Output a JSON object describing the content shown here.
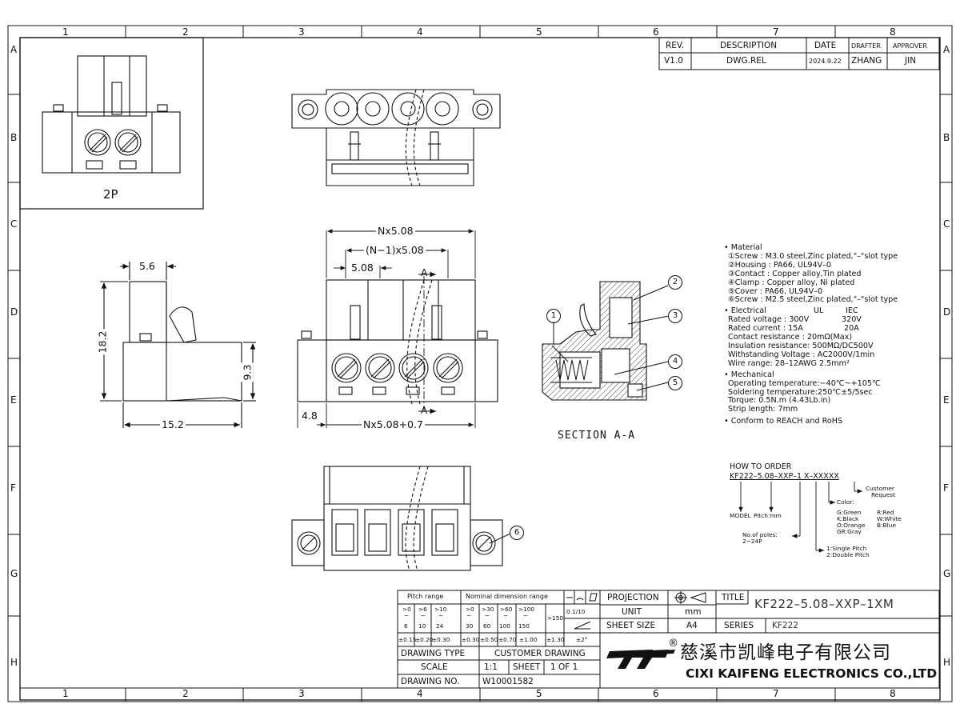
{
  "border": {
    "columns": [
      "1",
      "2",
      "3",
      "4",
      "5",
      "6",
      "7",
      "8"
    ],
    "rows": [
      "A",
      "B",
      "C",
      "D",
      "E",
      "F",
      "G",
      "H"
    ]
  },
  "revision": {
    "headers": [
      "REV.",
      "DESCRIPTION",
      "DATE",
      "DRAFTER",
      "APPROVER"
    ],
    "row": [
      "V1.0",
      "DWG.REL",
      "2024.9.22",
      "ZHANG",
      "JIN"
    ]
  },
  "inset_label": "2P",
  "dimensions": {
    "overall_top": "Nx5.08",
    "pitch_n_minus_1": "(N−1)x5.08",
    "pitch": "5.08",
    "overall_bottom": "Nx5.08+0.7",
    "left_offset": "4.8",
    "side_width": "5.6",
    "side_height": "18.2",
    "side_body_height": "9.3",
    "side_depth": "15.2",
    "section_marker": "A"
  },
  "section_label": "SECTION A-A",
  "callouts": [
    "1",
    "2",
    "3",
    "4",
    "5",
    "6"
  ],
  "specs": {
    "material_title": "• Material",
    "materials": [
      "①Screw : M3.0 steel,Zinc plated,\"–\"slot type",
      "②Housing : PA66, UL94V–0",
      "③Contact : Copper alloy,Tin plated",
      "④Clamp : Copper alloy, Ni plated",
      "⑤Cover : PA66, UL94V–0",
      "⑥Screw : M2.5 steel,Zinc plated,\"–\"slot type"
    ],
    "electrical_title": "• Electrical",
    "ul": "UL",
    "iec": "IEC",
    "rated_voltage": "Rated voltage : 300V",
    "rated_voltage_iec": "320V",
    "rated_current": "Rated current : 15A",
    "rated_current_iec": "20A",
    "electrical_lines": [
      "Contact resistance : 20mΩ(Max)",
      "Insulation resistance: 500MΩ/DC500V",
      "Withstanding Voltage : AC2000V/1min",
      "Wire range: 28–12AWG   2.5mm²"
    ],
    "mechanical_title": "• Mechanical",
    "mechanical_lines": [
      "Operating temperature:−40℃~+105℃",
      "Soldering temperature:250℃±5/5sec",
      "Torque: 0.5N.m (4.43Lb.in)",
      "Strip length: 7mm"
    ],
    "conform": "• Conform to REACH and RoHS"
  },
  "order": {
    "title": "HOW TO ORDER",
    "code": "KF222–5.08–XXP–1  X–XXXXX",
    "model_label": "MODEL",
    "pitch_label": "Pitch:mm",
    "poles_label": "No.of poles:",
    "poles_range": "2~24P",
    "pitch_options": [
      "1:Single Pitch",
      "2:Double Pitch"
    ],
    "color_title": "Color:",
    "colors_left": [
      "G:Green",
      "K:Black",
      "O:Orange",
      "GR:Gray"
    ],
    "colors_right": [
      "R:Red",
      "W:White",
      "B:Blue"
    ],
    "customer": "Customer",
    "request": "Request"
  },
  "tolerance": {
    "pitch_range": "Pitch range",
    "nominal": "Nominal dimension range",
    "pitch_cols": [
      [
        ">0",
        "6"
      ],
      [
        ">6",
        "10"
      ],
      [
        ">10",
        "24"
      ]
    ],
    "nominal_cols": [
      [
        ">0",
        "30"
      ],
      [
        ">30",
        "60"
      ],
      [
        ">60",
        "100"
      ],
      [
        ">100",
        "150"
      ]
    ],
    "over150": ">150",
    "angle_hdr": "0.1/10",
    "pitch_tol": [
      "±0.15",
      "±0.20",
      "±0.30"
    ],
    "nominal_tol": [
      "±0.30",
      "±0.50",
      "±0.70",
      "±1.00",
      "±1.30"
    ],
    "angle_tol": "±2°"
  },
  "title_block": {
    "projection_label": "PROJECTION",
    "unit_label": "UNIT",
    "unit_value": "mm",
    "sheet_size_label": "SHEET SIZE",
    "sheet_size_value": "A4",
    "title_label": "TITLE",
    "title_value": "KF222–5.08–XXP–1XM",
    "series_label": "SERIES",
    "series_value": "KF222",
    "drawing_type_label": "DRAWING TYPE",
    "drawing_type_value": "CUSTOMER DRAWING",
    "scale_label": "SCALE",
    "scale_value": "1:1",
    "sheet_label": "SHEET",
    "sheet_value": "1  OF  1",
    "drawing_no_label": "DRAWING NO.",
    "drawing_no_value": "W10001582",
    "company_cn": "慈溪市凯峰电子有限公司",
    "company_en": "CIXI KAIFENG ELECTRONICS CO.,LTD",
    "registered": "®"
  }
}
